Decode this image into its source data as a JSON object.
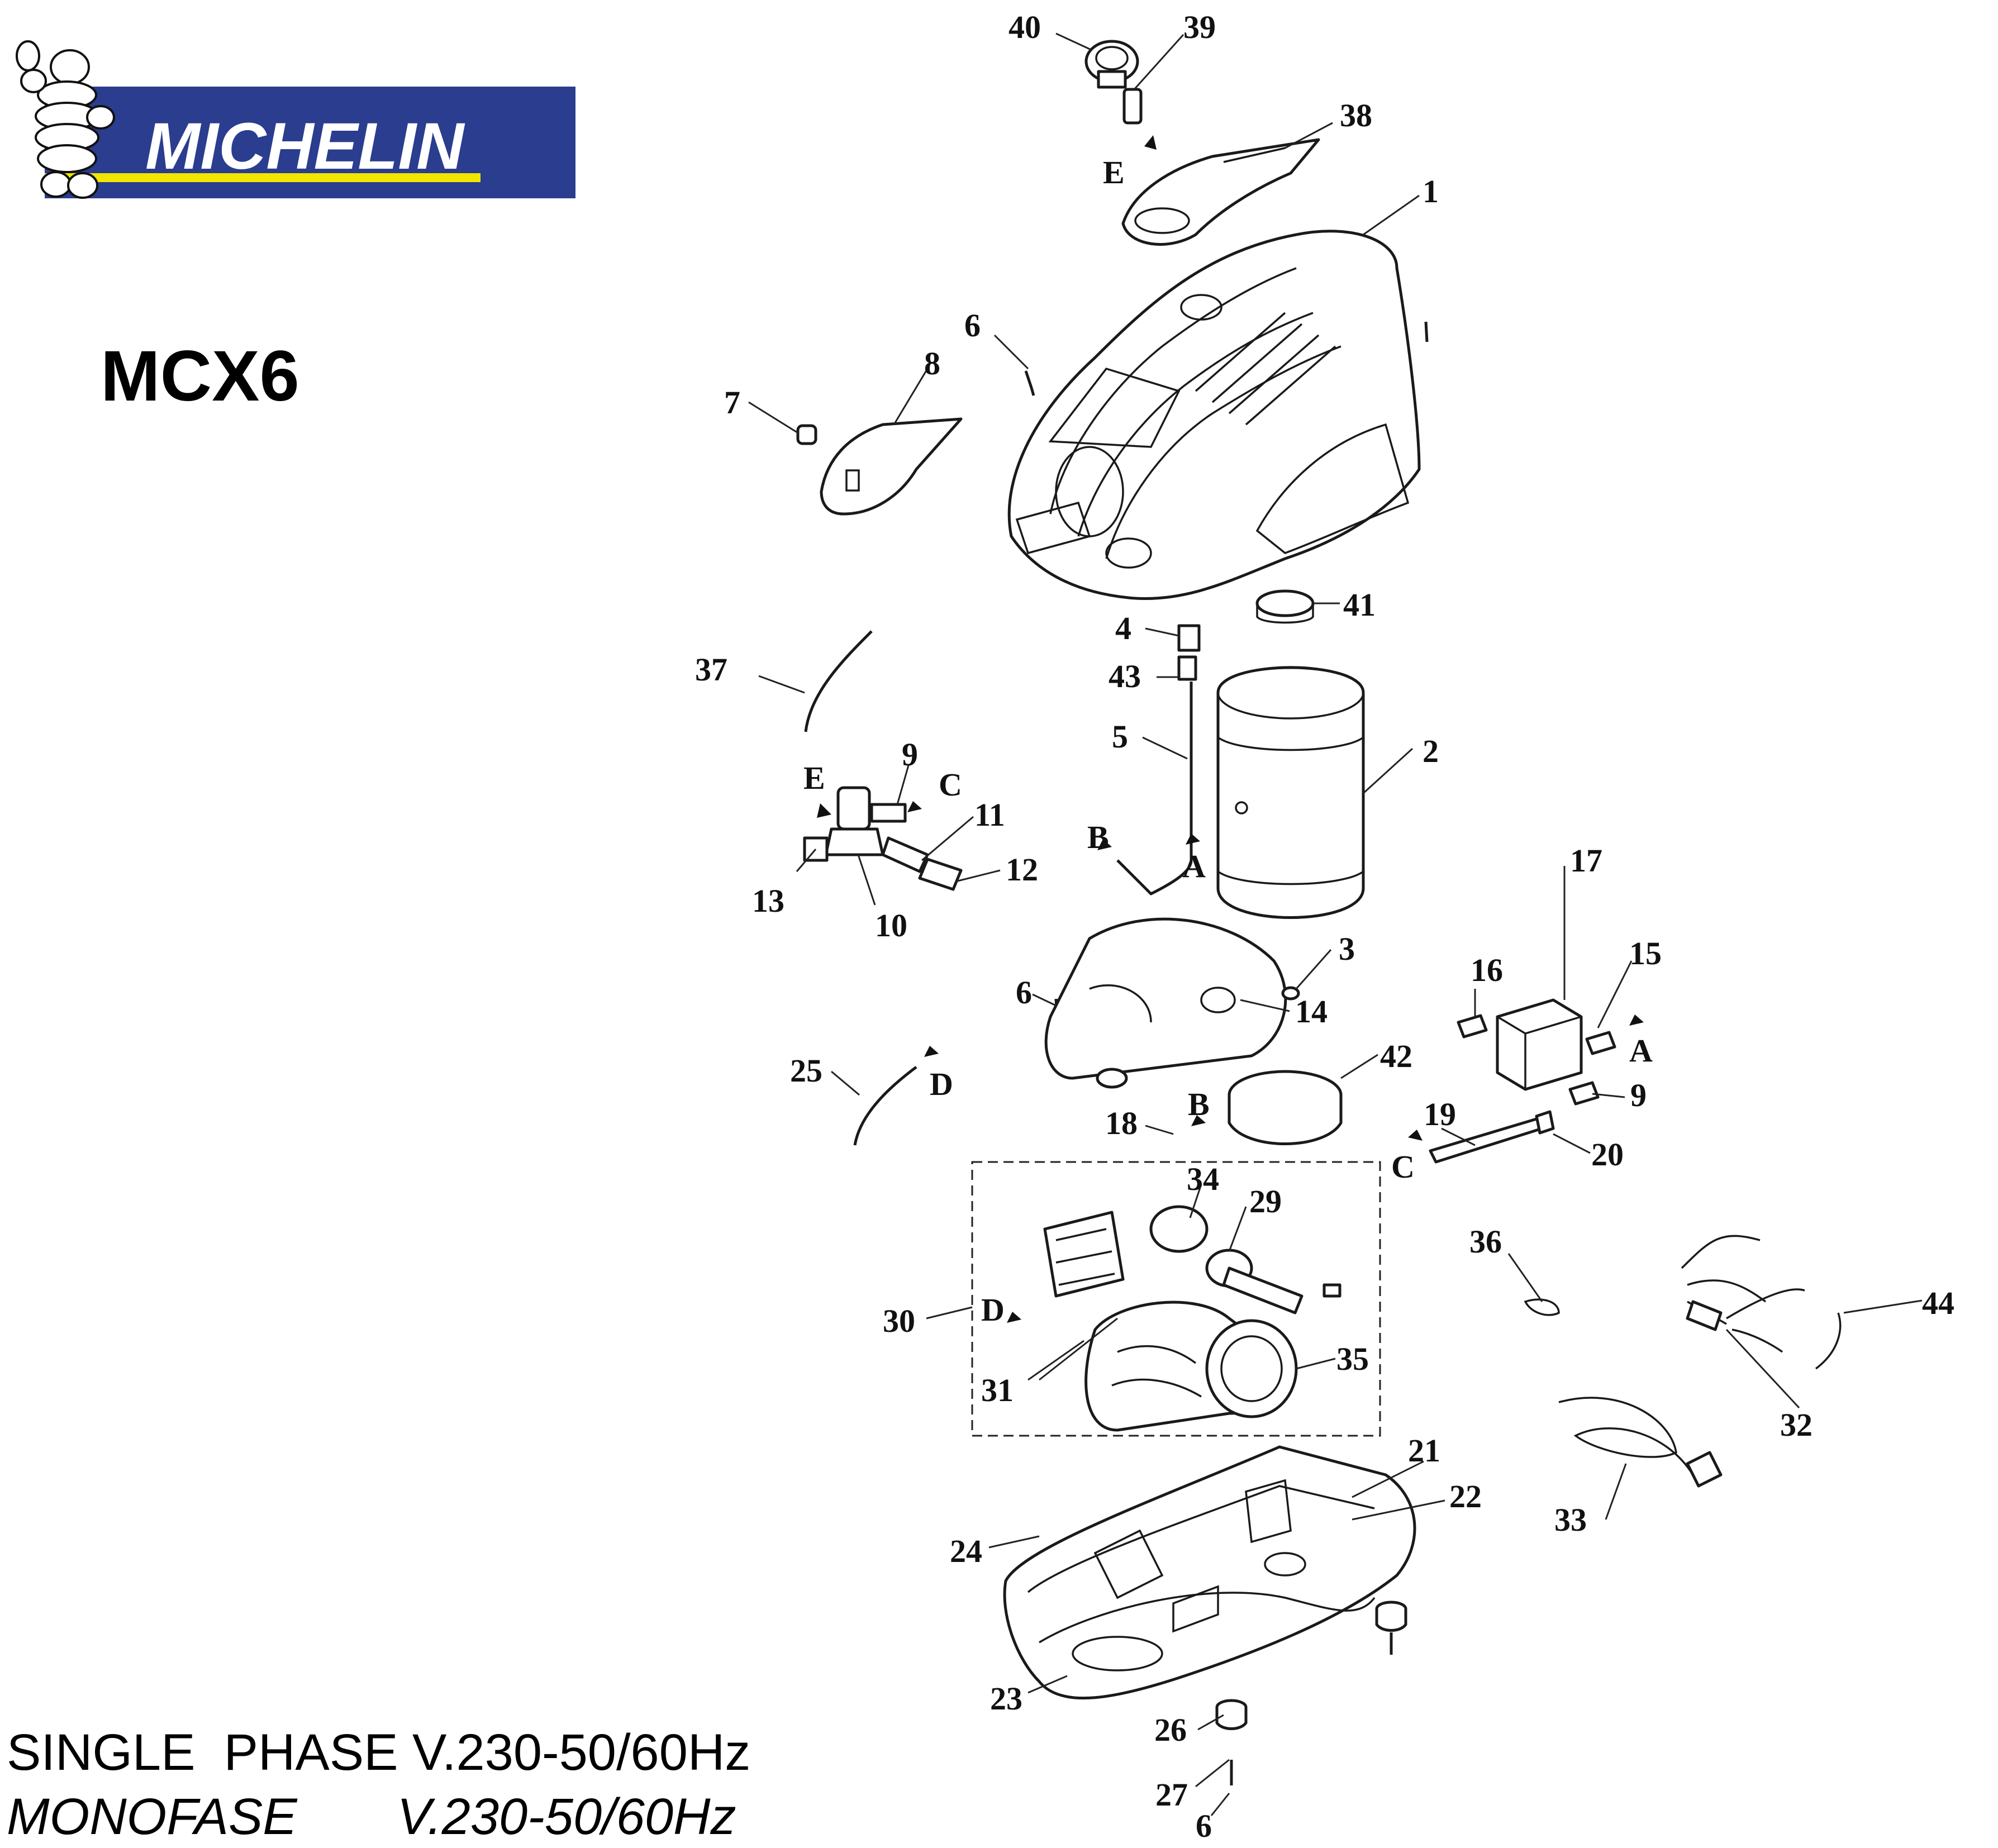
{
  "brand": {
    "name": "MICHELIN",
    "colors": {
      "blue": "#2a3d8f",
      "yellow": "#f2e500",
      "white": "#ffffff"
    }
  },
  "model": "MCX6",
  "spec": {
    "line1": "SINGLE  PHASE V.230-50/60Hz",
    "line2": "MONOFASE       V.230-50/60Hz"
  },
  "callouts": {
    "n1": "1",
    "n2": "2",
    "n3": "3",
    "n4": "4",
    "n5": "5",
    "n6a": "6",
    "n6b": "6",
    "n6c": "6",
    "n7": "7",
    "n8": "8",
    "n9a": "9",
    "n9b": "9",
    "n10": "10",
    "n11": "11",
    "n12": "12",
    "n13": "13",
    "n14": "14",
    "n15": "15",
    "n16": "16",
    "n17": "17",
    "n18": "18",
    "n19": "19",
    "n20": "20",
    "n21": "21",
    "n22": "22",
    "n23": "23",
    "n24": "24",
    "n25": "25",
    "n26": "26",
    "n27": "27",
    "n29": "29",
    "n30": "30",
    "n31": "31",
    "n32": "32",
    "n33": "33",
    "n34": "34",
    "n35": "35",
    "n36": "36",
    "n37": "37",
    "n38": "38",
    "n39": "39",
    "n40": "40",
    "n41": "41",
    "n42": "42",
    "n43": "43",
    "n44": "44"
  },
  "connectors": {
    "a1": "A",
    "a2": "A",
    "b1": "B",
    "b2": "B",
    "c1": "C",
    "c2": "C",
    "d1": "D",
    "d2": "D",
    "e1": "E",
    "e2": "E"
  }
}
